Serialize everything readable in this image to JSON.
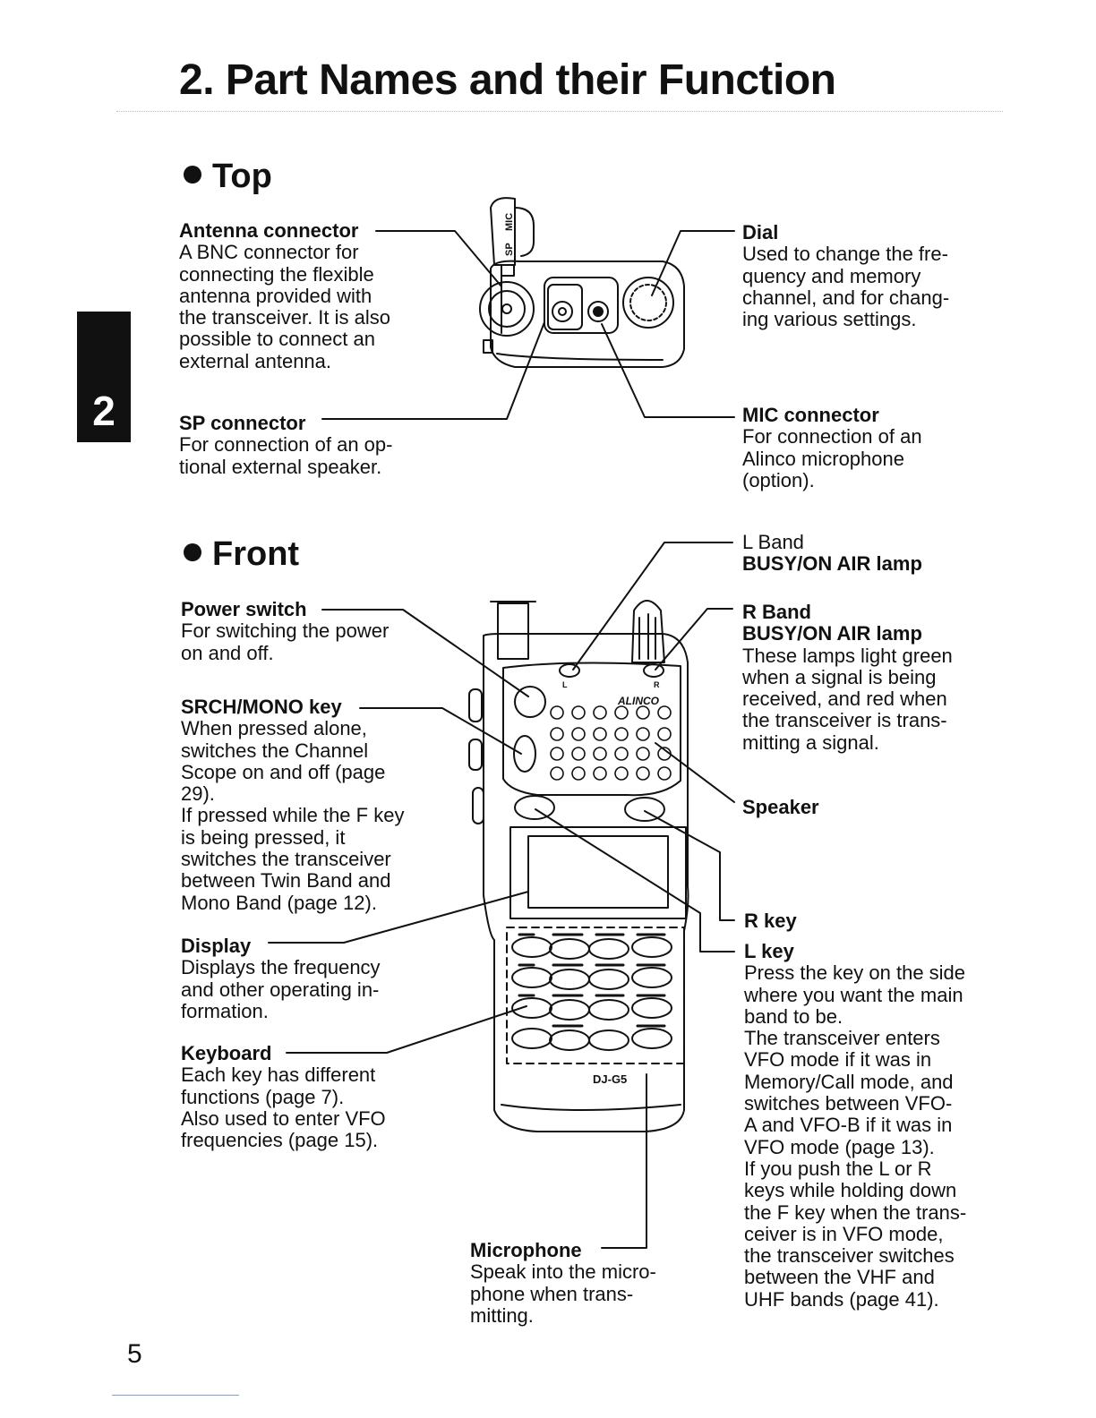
{
  "page": {
    "title": "2. Part Names and their Function",
    "chapter_tab": "2",
    "page_number": "5"
  },
  "top_section": {
    "heading": "Top",
    "labels": {
      "antenna_connector": {
        "name": "Antenna connector",
        "desc": "A BNC connector for\nconnecting the flexible\nantenna provided with\nthe transceiver. It is also\npossible to connect an\nexternal antenna."
      },
      "sp_connector": {
        "name": "SP connector",
        "desc": "For connection of an op-\ntional external speaker."
      },
      "dial": {
        "name": "Dial",
        "desc": "Used to change the fre-\nquency and memory\nchannel, and for chang-\ning various settings."
      },
      "mic_connector": {
        "name": "MIC connector",
        "desc": "For connection of an\nAlinco microphone\n(option)."
      }
    },
    "jack_labels": {
      "sp": "SP",
      "mic": "MIC"
    }
  },
  "front_section": {
    "heading": "Front",
    "labels": {
      "power_switch": {
        "name": "Power switch",
        "desc": "For switching the power\non and off."
      },
      "srch_mono_key": {
        "name": "SRCH/MONO key",
        "desc": "When pressed alone,\nswitches the Channel\nScope on and off (page\n29).\nIf pressed while the F key\nis being pressed, it\nswitches the transceiver\nbetween Twin Band and\nMono Band (page 12)."
      },
      "display": {
        "name": "Display",
        "desc": "Displays the frequency\nand other operating in-\nformation."
      },
      "keyboard": {
        "name": "Keyboard",
        "desc": "Each key has different\nfunctions (page 7).\nAlso used to enter VFO\nfrequencies (page 15)."
      },
      "microphone": {
        "name": "Microphone",
        "desc": "Speak into the micro-\nphone when trans-\nmitting."
      },
      "l_band_lamp": {
        "name_line1": "L Band",
        "name_line2": "BUSY/ON AIR lamp"
      },
      "r_band_lamp": {
        "name_line1": "R Band",
        "name_line2": "BUSY/ON AIR lamp",
        "desc": "These lamps light green\nwhen a signal is being\nreceived, and red when\nthe transceiver is trans-\nmitting a signal."
      },
      "speaker": {
        "name": "Speaker"
      },
      "r_key": {
        "name": "R key"
      },
      "l_key": {
        "name": "L key",
        "desc": "Press the key on the side\nwhere you want the main\nband to be.\nThe transceiver enters\nVFO mode if it was in\nMemory/Call mode, and\nswitches between VFO-\nA and VFO-B if it was in\nVFO mode (page 13).\nIf you push the L or R\nkeys while holding down\nthe F key when the trans-\nceiver is in VFO mode,\nthe transceiver switches\nbetween the VHF and\nUHF bands (page 41)."
      }
    },
    "radio_markings": {
      "brand": "ALINCO",
      "model": "DJ-G5",
      "lamp_l": "L",
      "lamp_r": "R"
    }
  }
}
